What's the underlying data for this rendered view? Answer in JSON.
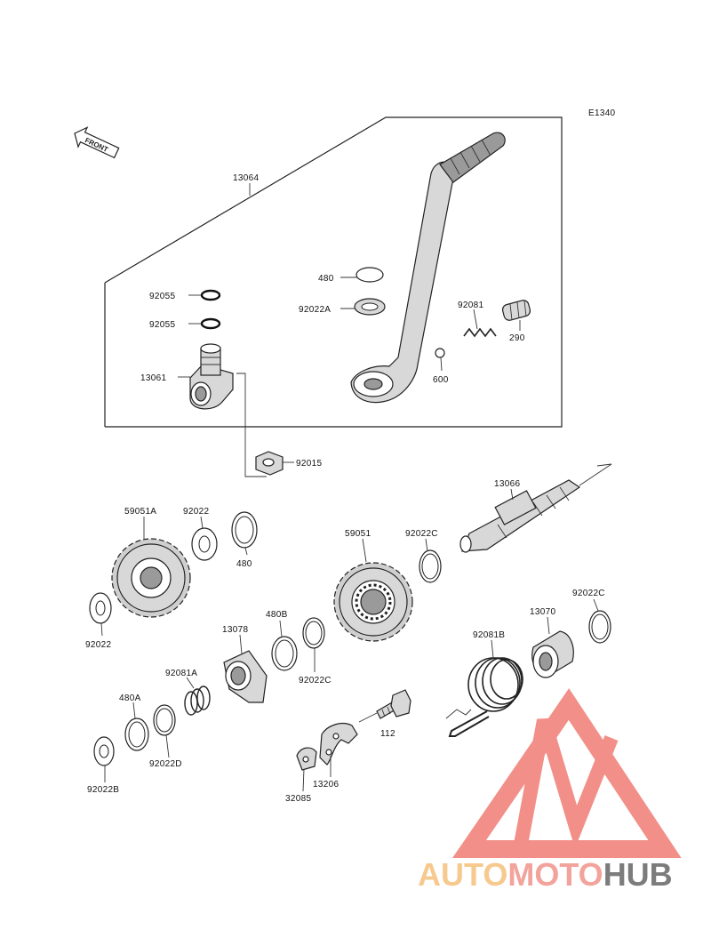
{
  "diagram_code": "E1340",
  "front_label": "FRONT",
  "labels": {
    "p13064": "13064",
    "p480_top": "480",
    "p92022A": "92022A",
    "p92055_a": "92055",
    "p92055_b": "92055",
    "p92081": "92081",
    "p290": "290",
    "p13061": "13061",
    "p600": "600",
    "p92015": "92015",
    "p13066": "13066",
    "p59051A": "59051A",
    "p92022_top": "92022",
    "p480_mid": "480",
    "p59051": "59051",
    "p92022C_top": "92022C",
    "p92022_left": "92022",
    "p480B": "480B",
    "p13078": "13078",
    "p92022C_mid": "92022C",
    "p92022C_right": "92022C",
    "p13070": "13070",
    "p92081B": "92081B",
    "p92081A": "92081A",
    "p480A": "480A",
    "p92022D": "92022D",
    "p92022B": "92022B",
    "p112": "112",
    "p13206": "13206",
    "p32085": "32085"
  },
  "watermark": {
    "part1": "AUTO",
    "part2": "MOTO",
    "part3": "HUB",
    "color1": "#f6c98f",
    "color2": "#f2a39b",
    "color3": "#7c7c7c",
    "logo_color": "#f07c74"
  }
}
